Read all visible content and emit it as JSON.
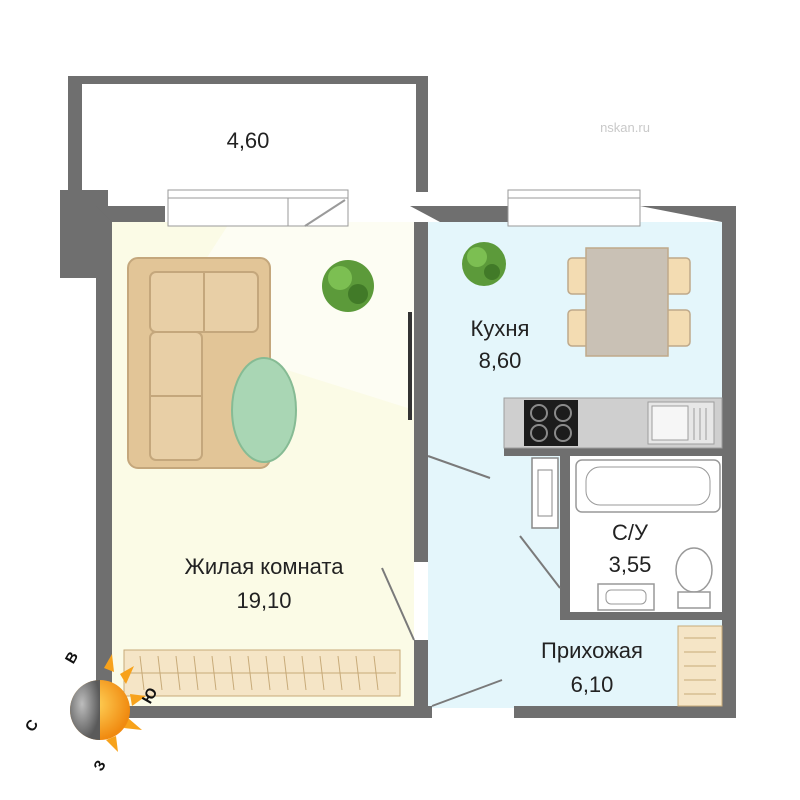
{
  "rooms": {
    "balcony": {
      "area": "4,60"
    },
    "living": {
      "name": "Жилая комната",
      "area": "19,10"
    },
    "kitchen": {
      "name": "Кухня",
      "area": "8,60"
    },
    "bathroom": {
      "name": "С/У",
      "area": "3,55"
    },
    "hallway": {
      "name": "Прихожая",
      "area": "6,10"
    }
  },
  "watermark": "nskan.ru",
  "compass": {
    "north": "С",
    "east": "В",
    "south": "Ю",
    "west": "З"
  },
  "colors": {
    "wall": "#6f6f6f",
    "living_floor": "#fbfbe6",
    "wet_floor": "#e4f6fb",
    "sofa": "#e8cfa6",
    "rug": "#a9d6b4",
    "plant": "#5c9a3a",
    "sun": "#f7a21b"
  }
}
